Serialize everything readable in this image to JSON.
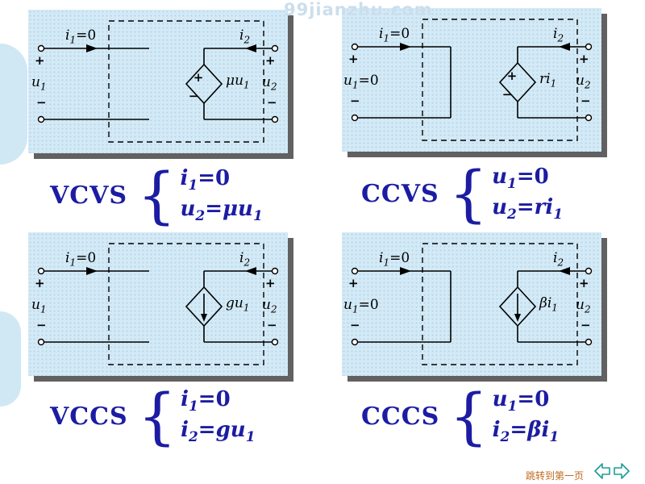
{
  "watermark": {
    "text": "99jianzhu.com"
  },
  "panels": [
    {
      "name": "VCVS",
      "i1": {
        "v": "i",
        "s": "1",
        "rest": "=0"
      },
      "i2": {
        "v": "i",
        "s": "2",
        "rest": ""
      },
      "plus_left": "+",
      "minus_left": "−",
      "plus_right": "+",
      "minus_right": "−",
      "u_left": {
        "v": "u",
        "s": "1",
        "rest": ""
      },
      "u_right": {
        "v": "u",
        "s": "2",
        "rest": ""
      },
      "src": {
        "pre": "μ",
        "v": "u",
        "s": "1"
      },
      "diamond": {
        "plus": "+",
        "minus": "−"
      }
    },
    {
      "name": "CCVS",
      "i1": {
        "v": "i",
        "s": "1",
        "rest": "=0"
      },
      "i2": {
        "v": "i",
        "s": "2",
        "rest": ""
      },
      "plus_left": "+",
      "minus_left": "−",
      "plus_right": "+",
      "minus_right": "−",
      "u_left": {
        "v": "u",
        "s": "1",
        "rest": "=0"
      },
      "u_right": {
        "v": "u",
        "s": "2",
        "rest": ""
      },
      "src": {
        "pre": "r",
        "v": "i",
        "s": "1"
      },
      "diamond": {
        "plus": "+",
        "minus": "−"
      }
    },
    {
      "name": "VCCS",
      "i1": {
        "v": "i",
        "s": "1",
        "rest": "=0"
      },
      "i2": {
        "v": "i",
        "s": "2",
        "rest": ""
      },
      "plus_left": "+",
      "minus_left": "−",
      "plus_right": "+",
      "minus_right": "−",
      "u_left": {
        "v": "u",
        "s": "1",
        "rest": ""
      },
      "u_right": {
        "v": "u",
        "s": "2",
        "rest": ""
      },
      "src": {
        "pre": "g",
        "v": "u",
        "s": "1"
      }
    },
    {
      "name": "CCCS",
      "i1": {
        "v": "i",
        "s": "1",
        "rest": "=0"
      },
      "i2": {
        "v": "i",
        "s": "2",
        "rest": ""
      },
      "plus_left": "+",
      "minus_left": "−",
      "plus_right": "+",
      "minus_right": "−",
      "u_left": {
        "v": "u",
        "s": "1",
        "rest": "=0"
      },
      "u_right": {
        "v": "u",
        "s": "2",
        "rest": ""
      },
      "src": {
        "pre": "β",
        "v": "i",
        "s": "1"
      }
    }
  ],
  "blocks": [
    {
      "label": "VCVS",
      "brace": "{",
      "line1": {
        "v1": "i",
        "s1": "1",
        "eq": "=0",
        "co": "",
        "v2": "",
        "s2": ""
      },
      "line2": {
        "v1": "u",
        "s1": "2",
        "eq": "=",
        "co": "μ",
        "v2": "u",
        "s2": "1"
      }
    },
    {
      "label": "CCVS",
      "brace": "{",
      "line1": {
        "v1": "u",
        "s1": "1",
        "eq": "=0",
        "co": "",
        "v2": "",
        "s2": ""
      },
      "line2": {
        "v1": "u",
        "s1": "2",
        "eq": "=",
        "co": "r",
        "v2": "i",
        "s2": "1"
      }
    },
    {
      "label": "VCCS",
      "brace": "{",
      "line1": {
        "v1": "i",
        "s1": "1",
        "eq": "=0",
        "co": "",
        "v2": "",
        "s2": ""
      },
      "line2": {
        "v1": "i",
        "s1": "2",
        "eq": "=",
        "co": "g",
        "v2": "u",
        "s2": "1"
      }
    },
    {
      "label": "CCCS",
      "brace": "{",
      "line1": {
        "v1": "u",
        "s1": "1",
        "eq": "=0",
        "co": "",
        "v2": "",
        "s2": ""
      },
      "line2": {
        "v1": "i",
        "s1": "2",
        "eq": "=",
        "co": "β",
        "v2": "i",
        "s2": "1"
      }
    }
  ],
  "footer": {
    "jump_link": "跳转到第一页"
  }
}
